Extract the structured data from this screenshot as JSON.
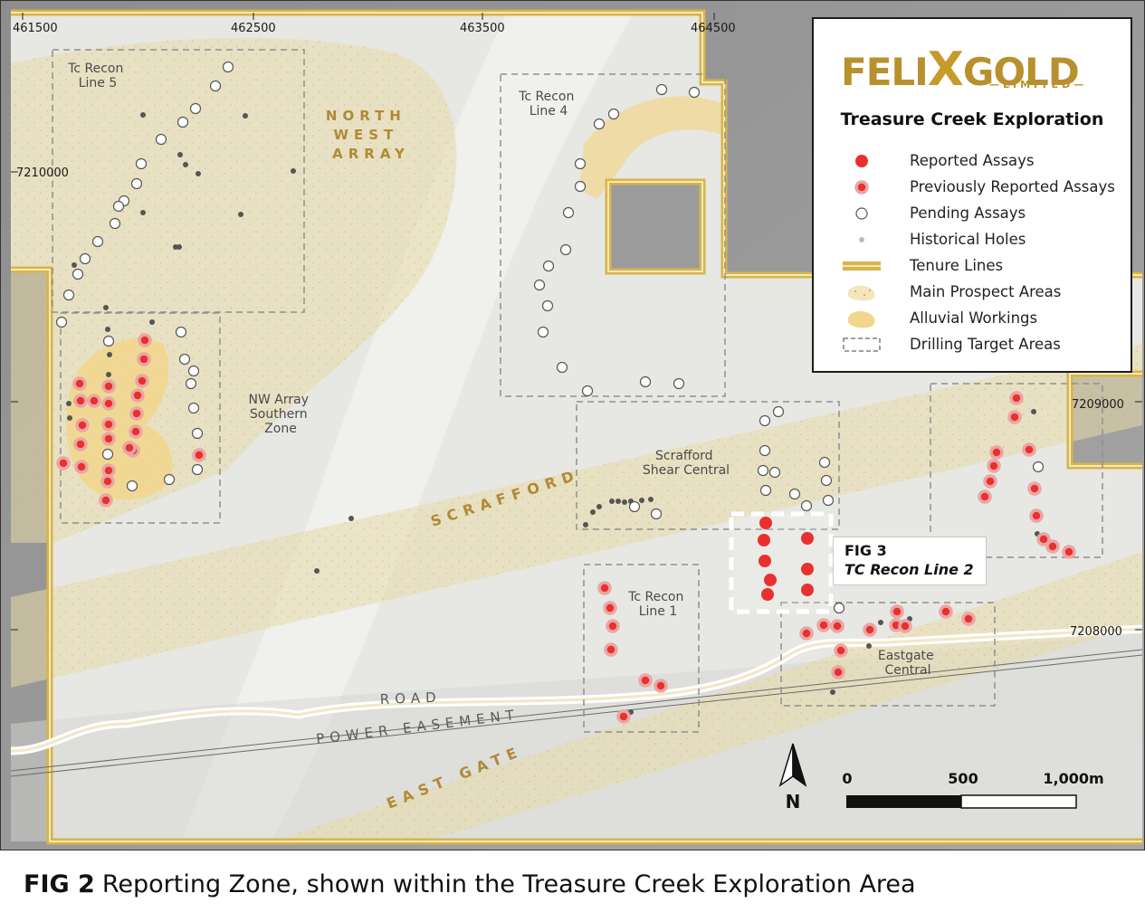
{
  "grid": {
    "x_labels": [
      "461500",
      "462500",
      "463500",
      "464500"
    ],
    "y_labels": [
      "7210000",
      "7209000",
      "7208000"
    ]
  },
  "zones": {
    "tc_recon_line5": [
      "Tc Recon",
      "Line 5"
    ],
    "tc_recon_line4": [
      "Tc Recon",
      "Line 4"
    ],
    "nw_array_southern": [
      "NW Array",
      "Southern",
      "Zone"
    ],
    "scrafford_shear_central": [
      "Scrafford",
      "Shear Central"
    ],
    "tc_recon_line1": [
      "Tc Recon",
      "Line 1"
    ],
    "eastgate_central": [
      "Eastgate",
      "Central"
    ]
  },
  "features": {
    "north_west_array": [
      "NORTH",
      "WEST",
      "ARRAY"
    ],
    "scrafford": "SCRAFFORD",
    "east_gate": "EAST GATE",
    "road": "ROAD",
    "power_easement": "POWER EASEMENT"
  },
  "scale_bar": {
    "north": "N",
    "ticks": [
      "0",
      "500",
      "1,000m"
    ]
  },
  "callout": {
    "title": "FIG 3",
    "subtitle": "TC Recon Line 2"
  },
  "legend": {
    "logo_main_1": "FELI",
    "logo_main_x": "X",
    "logo_main_2": "GOLD",
    "logo_sub": "—LIMITED—",
    "title": "Treasure Creek Exploration",
    "items": [
      {
        "label": "Reported Assays",
        "symbol": "reported"
      },
      {
        "label": "Previously Reported Assays",
        "symbol": "previous"
      },
      {
        "label": "Pending Assays",
        "symbol": "pending"
      },
      {
        "label": "Historical Holes",
        "symbol": "historical"
      },
      {
        "label": "Tenure Lines",
        "symbol": "tenure"
      },
      {
        "label": "Main Prospect Areas",
        "symbol": "prospect"
      },
      {
        "label": "Alluvial Workings",
        "symbol": "alluvial"
      },
      {
        "label": "Drilling Target Areas",
        "symbol": "target"
      }
    ]
  },
  "colors": {
    "reported": "#e8312f",
    "previous": "#e8312f",
    "previous_ring": "#e9a6a4",
    "gold": "#d8b44a",
    "alluvial": "#f1d68c"
  },
  "caption": {
    "fig": "FIG 2",
    "text": "Reporting Zone, shown within the Treasure Creek Exploration Area"
  }
}
